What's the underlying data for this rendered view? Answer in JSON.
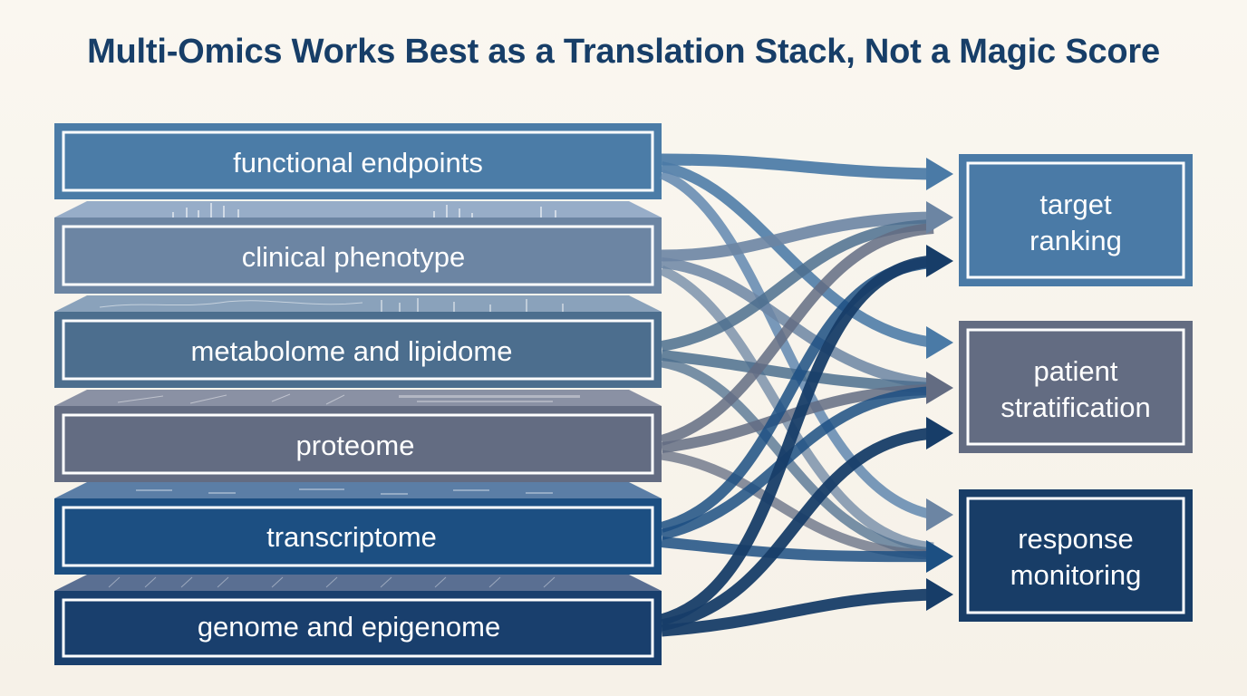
{
  "title": "Multi-Omics Works Best as a Translation Stack, Not a Magic Score",
  "layers": [
    {
      "label": "functional endpoints",
      "color": "#4b7ca7"
    },
    {
      "label": "clinical phenotype",
      "color": "#6c85a3"
    },
    {
      "label": "metabolome and lipidome",
      "color": "#4c6e8e"
    },
    {
      "label": "proteome",
      "color": "#636c82"
    },
    {
      "label": "transcriptome",
      "color": "#1c4f82"
    },
    {
      "label": "genome and epigenome",
      "color": "#193f6d"
    }
  ],
  "outputs": [
    {
      "lines": [
        "target",
        "ranking"
      ],
      "color": "#4a7aa6"
    },
    {
      "lines": [
        "patient",
        "stratification"
      ],
      "color": "#636c82"
    },
    {
      "lines": [
        "response",
        "monitoring"
      ],
      "color": "#183d67"
    }
  ],
  "colors": {
    "background": "#f8f4ec",
    "title": "#173e68",
    "box_text": "#ffffff"
  }
}
